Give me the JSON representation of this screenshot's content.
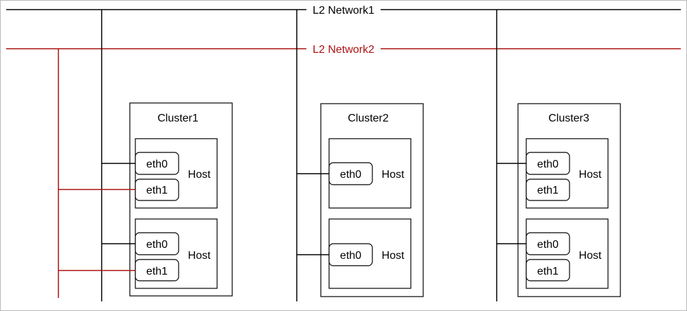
{
  "colors": {
    "network1": "#000000",
    "network2": "#aa1111",
    "box_stroke": "#000000",
    "background": "#ffffff"
  },
  "networks": [
    {
      "id": "net1",
      "label": "L2 Network1"
    },
    {
      "id": "net2",
      "label": "L2 Network2"
    }
  ],
  "clusters": [
    {
      "id": "c1",
      "label": "Cluster1",
      "hosts": [
        {
          "label": "Host",
          "nics": [
            "eth0",
            "eth1"
          ]
        },
        {
          "label": "Host",
          "nics": [
            "eth0",
            "eth1"
          ]
        }
      ]
    },
    {
      "id": "c2",
      "label": "Cluster2",
      "hosts": [
        {
          "label": "Host",
          "nics": [
            "eth0"
          ]
        },
        {
          "label": "Host",
          "nics": [
            "eth0"
          ]
        }
      ]
    },
    {
      "id": "c3",
      "label": "Cluster3",
      "hosts": [
        {
          "label": "Host",
          "nics": [
            "eth0",
            "eth1"
          ]
        },
        {
          "label": "Host",
          "nics": [
            "eth0",
            "eth1"
          ]
        }
      ]
    }
  ]
}
